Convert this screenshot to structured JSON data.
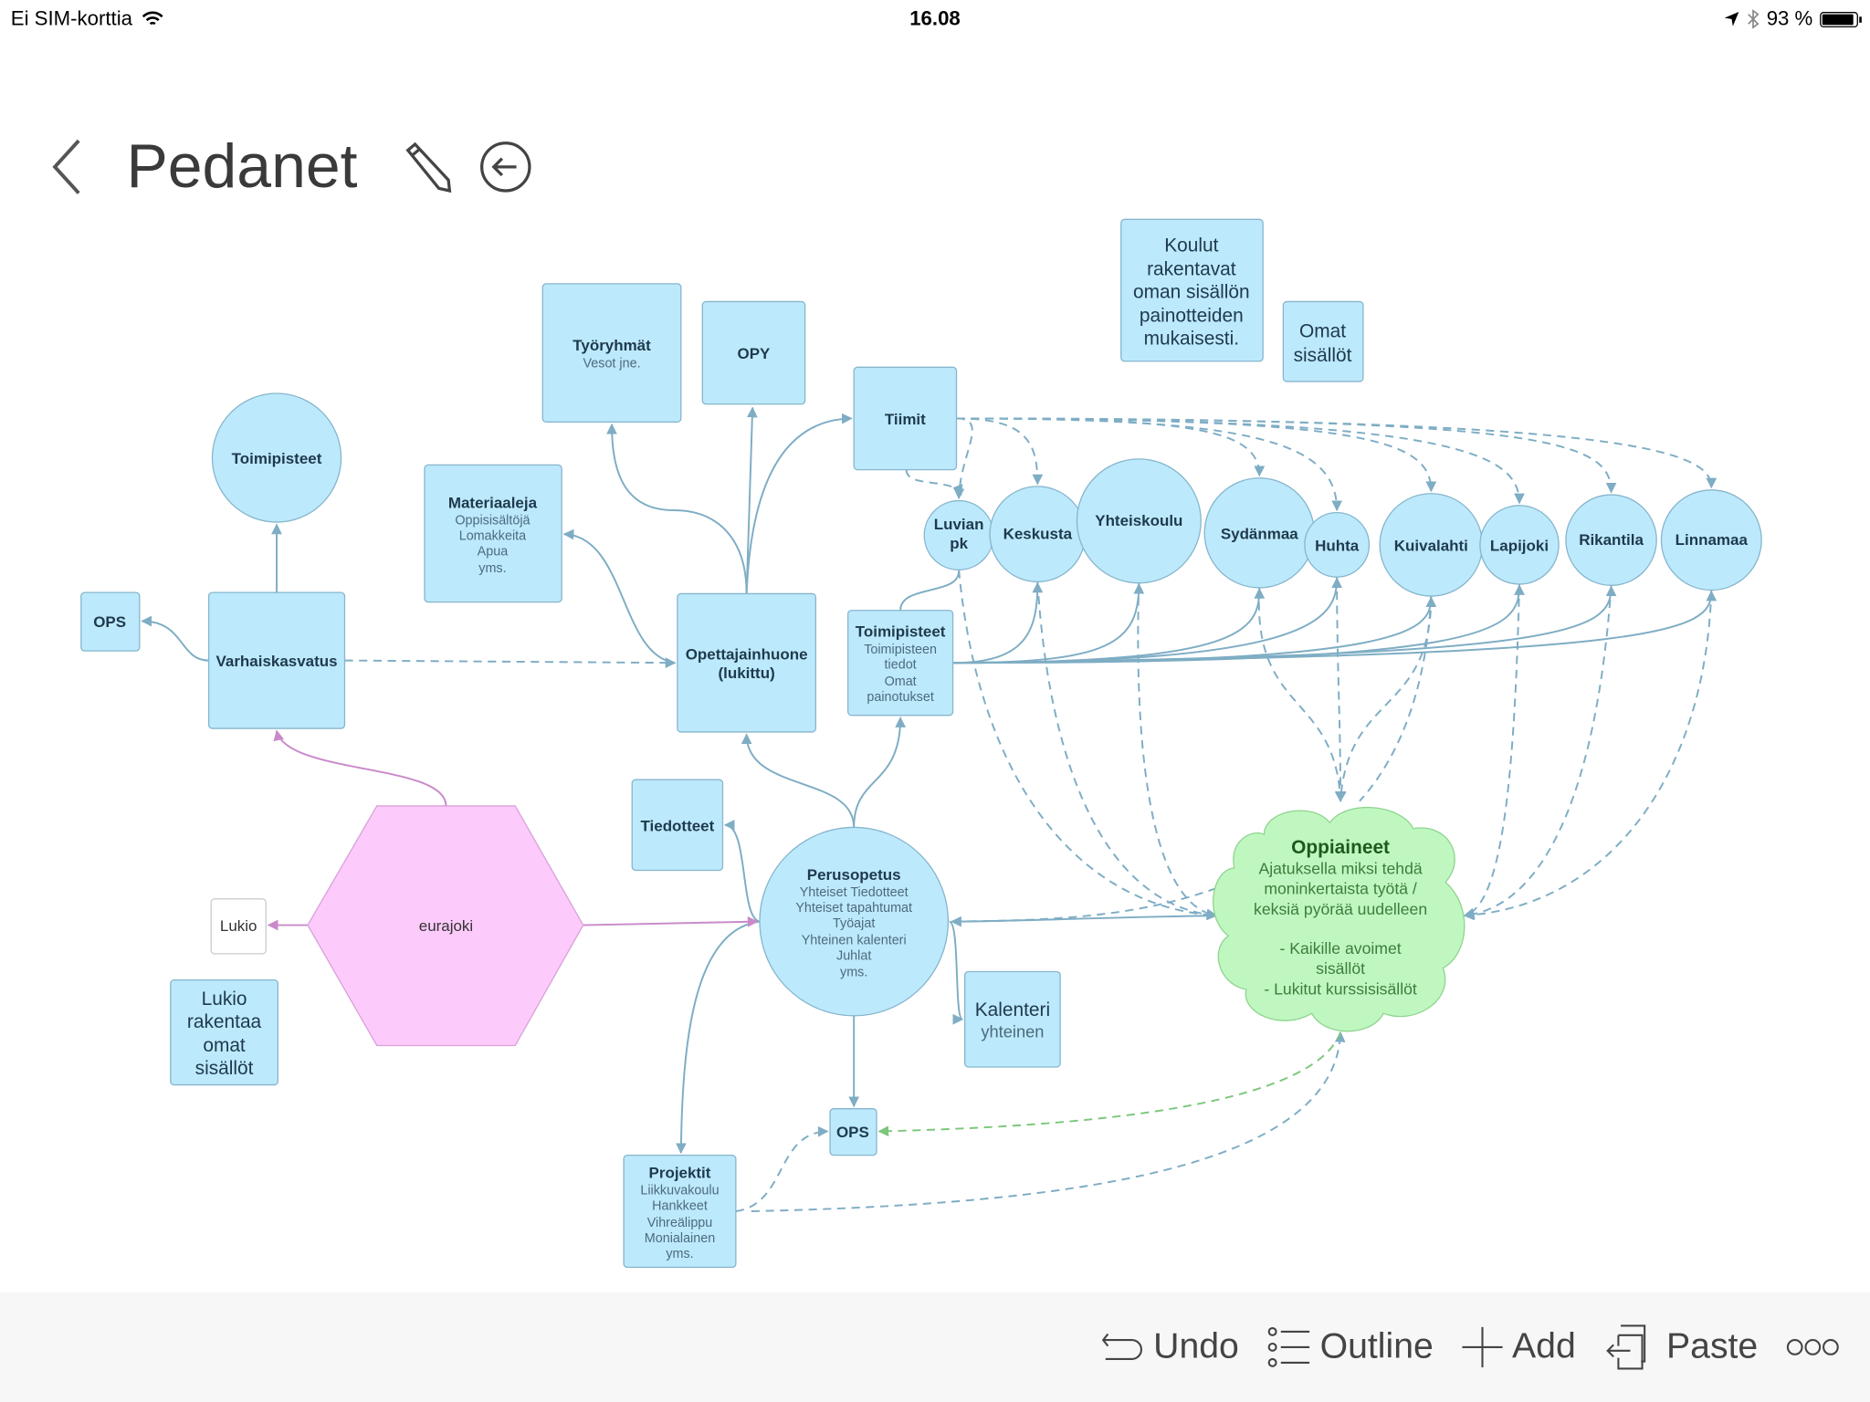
{
  "status_bar": {
    "carrier": "Ei SIM-korttia",
    "time": "16.08",
    "battery": "93 %",
    "battery_level": 0.93
  },
  "header": {
    "title": "Pedanet"
  },
  "nodes": {
    "tyoryhmat": {
      "title": "Työryhmät",
      "sub": [
        "Vesot jne."
      ]
    },
    "opy": {
      "title": "OPY"
    },
    "tiimit": {
      "title": "Tiimit"
    },
    "koulut": {
      "lines": [
        "Koulut",
        "rakentavat",
        "oman sisällön",
        "painotteiden",
        "mukaisesti."
      ]
    },
    "omat": {
      "lines": [
        "Omat",
        "sisällöt"
      ]
    },
    "materiaaleja": {
      "title": "Materiaaleja",
      "sub": [
        "Oppisisältöjä",
        "Lomakkeita",
        "Apua",
        "yms."
      ]
    },
    "toimipisteet_circle": {
      "title": "Toimipisteet"
    },
    "ops_left": {
      "title": "OPS"
    },
    "varhaiskasvatus": {
      "title": "Varhaiskasvatus"
    },
    "opettajainhuone": {
      "lines": [
        "Opettajainhuone",
        "(lukittu)"
      ]
    },
    "toimipisteet_box": {
      "title": "Toimipisteet",
      "sub": [
        "Toimipisteen",
        "tiedot",
        "Omat",
        "painotukset"
      ]
    },
    "schools": [
      {
        "lines": [
          "Luvian",
          "pk"
        ]
      },
      {
        "lines": [
          "Keskusta"
        ]
      },
      {
        "lines": [
          "Yhteiskoulu"
        ]
      },
      {
        "lines": [
          "Sydänmaa"
        ]
      },
      {
        "lines": [
          "Huhta"
        ]
      },
      {
        "lines": [
          "Kuivalahti"
        ]
      },
      {
        "lines": [
          "Lapijoki"
        ]
      },
      {
        "lines": [
          "Rikantila"
        ]
      },
      {
        "lines": [
          "Linnamaa"
        ]
      }
    ],
    "tiedotteet": {
      "title": "Tiedotteet"
    },
    "perusopetus": {
      "title": "Perusopetus",
      "sub": [
        "Yhteiset Tiedotteet",
        "Yhteiset tapahtumat",
        "Työajat",
        "Yhteinen kalenteri",
        "Juhlat",
        "yms."
      ]
    },
    "kalenteri": {
      "title": "Kalenteri",
      "sub": "yhteinen"
    },
    "ops_bottom": {
      "title": "OPS"
    },
    "projektit": {
      "title": "Projektit",
      "sub": [
        "Liikkuvakoulu",
        "Hankkeet",
        "Vihreälippu",
        "Monialainen",
        "yms."
      ]
    },
    "eurajoki": {
      "title": "eurajoki"
    },
    "lukio": {
      "title": "Lukio"
    },
    "lukio_rakentaa": {
      "lines": [
        "Lukio",
        "rakentaa",
        "omat",
        "sisällöt"
      ]
    },
    "oppiaineet": {
      "title": "Oppiaineet",
      "lines": [
        "Ajatuksella miksi tehdä",
        "moninkertaista työtä /",
        "keksiä pyörää uudelleen",
        "",
        "- Kaikille avoimet",
        "sisällöt",
        "- Lukitut kurssisisällöt"
      ]
    }
  },
  "toolbar": {
    "undo": "Undo",
    "outline": "Outline",
    "add": "Add",
    "paste": "Paste"
  },
  "colors": {
    "node": "#bde9fd",
    "cloud": "#c0f7c0",
    "hexagon": "#fccbfc",
    "edge": "#7eadc4"
  }
}
